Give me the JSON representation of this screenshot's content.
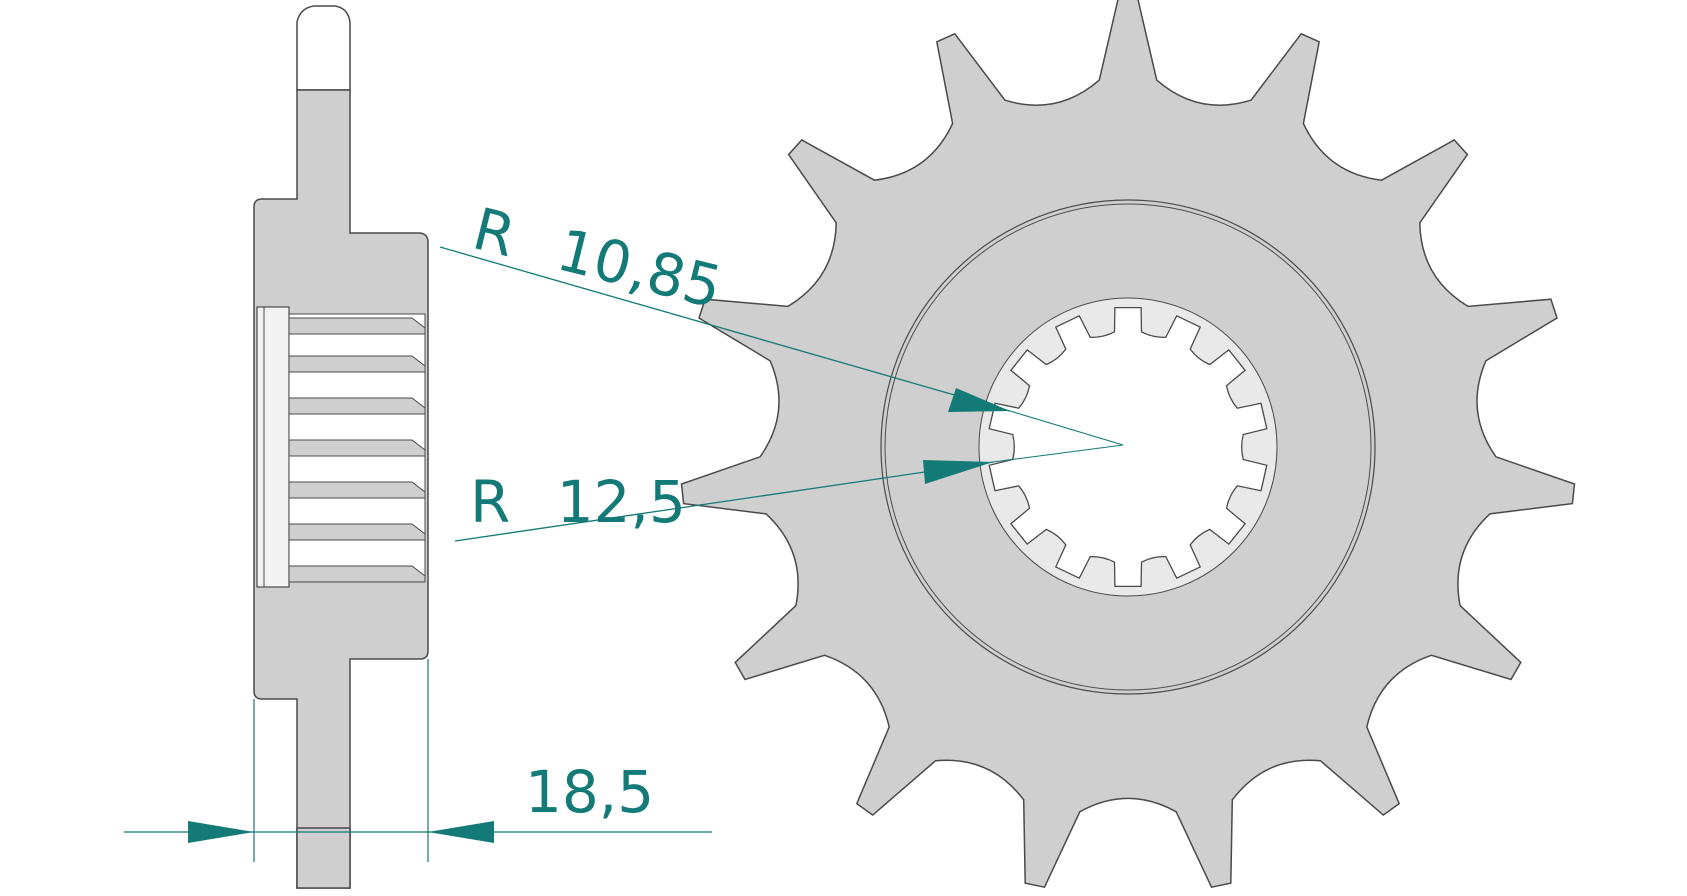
{
  "drawing": {
    "colors": {
      "part_fill": "#cfcfcf",
      "outline": "#4a4a4a",
      "dimension": "#137a78"
    },
    "sprocket": {
      "teeth": 15,
      "spline_teeth": 14
    },
    "dimensions": {
      "radius_a_prefix": "R",
      "radius_a_value": "10,85",
      "radius_b_prefix": "R",
      "radius_b_value": "12,5",
      "thickness_value": "18,5"
    }
  }
}
